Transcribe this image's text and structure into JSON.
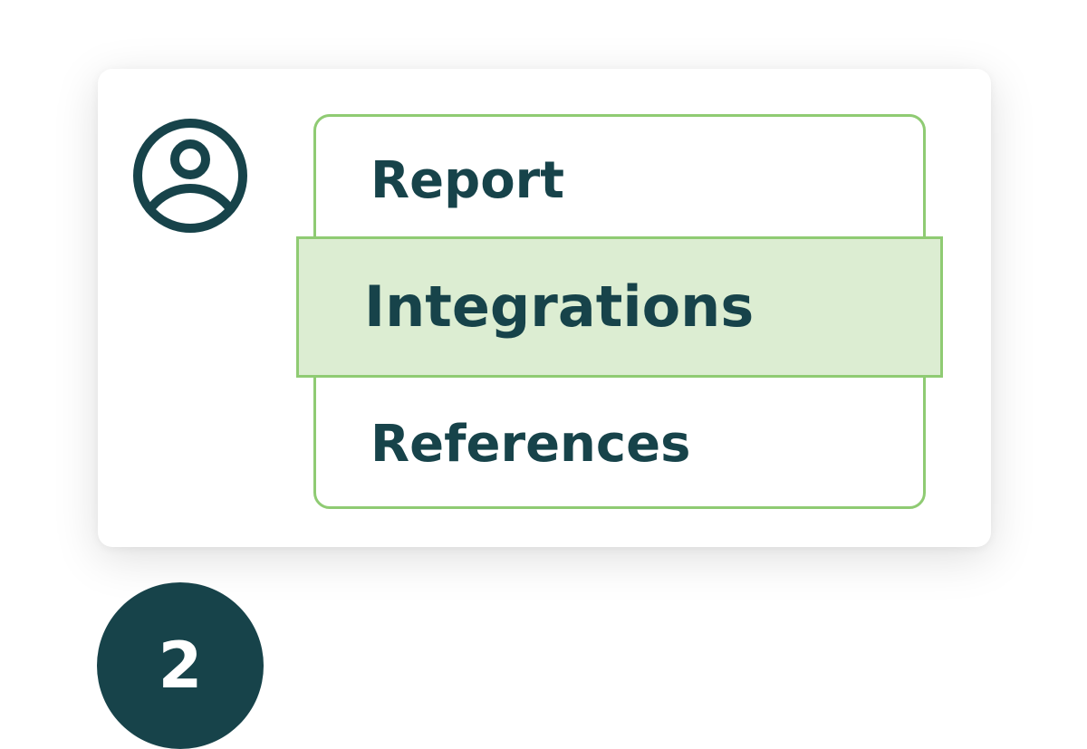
{
  "menu": {
    "items": [
      {
        "label": "Report",
        "selected": false
      },
      {
        "label": "Integrations",
        "selected": true
      },
      {
        "label": "References",
        "selected": false
      }
    ]
  },
  "step": {
    "number": "2"
  },
  "colors": {
    "primary": "#17434a",
    "accent_border": "#8fcb73",
    "selected_background": "#dcedd2",
    "background": "#ffffff"
  },
  "icons": {
    "avatar": "user-circle-icon"
  }
}
